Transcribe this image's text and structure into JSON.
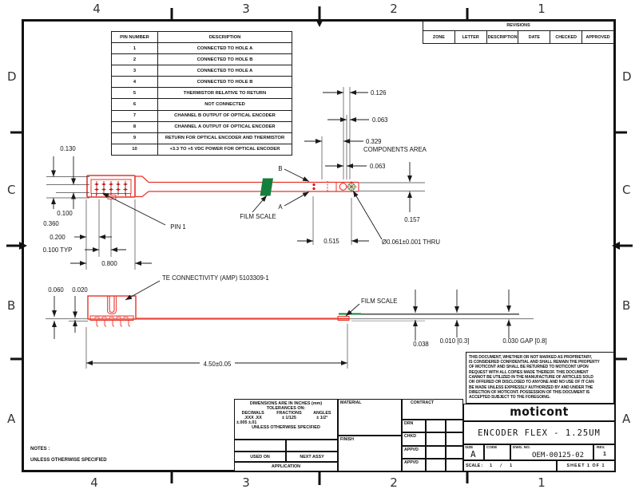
{
  "zones": {
    "top": [
      "4",
      "3",
      "2",
      "1"
    ],
    "bottom": [
      "4",
      "3",
      "2",
      "1"
    ],
    "left": [
      "D",
      "C",
      "B",
      "A"
    ],
    "right": [
      "D",
      "C",
      "B",
      "A"
    ]
  },
  "pin_table": {
    "headers": [
      "PIN NUMBER",
      "DESCRIPTION"
    ],
    "rows": [
      [
        "1",
        "CONNECTED TO HOLE A"
      ],
      [
        "2",
        "CONNECTED TO HOLE B"
      ],
      [
        "3",
        "CONNECTED TO HOLE A"
      ],
      [
        "4",
        "CONNECTED TO HOLE B"
      ],
      [
        "5",
        "THERMISTOR RELATIVE TO RETURN"
      ],
      [
        "6",
        "NOT CONNECTED"
      ],
      [
        "7",
        "CHANNEL B OUTPUT OF OPTICAL ENCODER"
      ],
      [
        "8",
        "CHANNEL A OUTPUT OF OPTICAL ENCODER"
      ],
      [
        "9",
        "RETURN FOR OPTICAL ENCODER AND THERMISTOR"
      ],
      [
        "10",
        "+3.3 TO +5 VDC POWER FOR OPTICAL ENCODER"
      ]
    ]
  },
  "revisions": {
    "title": "REVISIONS",
    "columns": [
      "ZONE",
      "LETTER",
      "DESCRIPTION",
      "DATE",
      "CHECKED",
      "APPROVED"
    ]
  },
  "dims": {
    "d130": "0.130",
    "d100": "0.100",
    "d360": "0.360",
    "d200": "0.200",
    "d100typ": "0.100 TYP",
    "d800": "0.800",
    "pin1": "PIN 1",
    "film_scale_top": "FILM SCALE",
    "hole_b": "B",
    "hole_a": "A",
    "d126": "0.126",
    "d063_upper": "0.063",
    "d329": "0.329",
    "components_area": "COMPONENTS AREA",
    "d063_lower": "0.063",
    "d157": "0.157",
    "d515": "0.515",
    "thru_hole": "Ø0.061±0.001 THRU",
    "te_connector": "TE CONNECTIVITY (AMP) 5103309-1",
    "d060": "0.060",
    "d020": "0.020",
    "film_scale_side": "FILM SCALE",
    "d038": "0.038",
    "d010_gap": "0.010 [0.3]",
    "d030_gap": "0.030 GAP [0.8]",
    "d450": "4.50±0.05"
  },
  "proprietary": {
    "lines": [
      "THIS DOCUMENT, WHETHER OR NOT MARKED AS PROPRIETARY,",
      "IS CONSIDERED CONFIDENTIAL AND SHALL REMAIN THE PROPERTY",
      "OF MOTICONT AND SHALL BE RETURNED TO MOTICONT UPON",
      "REQUEST WITH ALL COPIES MADE THEREOF. THIS DOCUMENT",
      "CANNOT BE UTILIZED IN THE MANUFACTURE OF ARTICLES SOLD",
      "OR OFFERED OR DISCLOSED TO ANYONE AND NO USE OF IT CAN",
      "BE MADE UNLESS EXPRESSLY AUTHORIZED BY AND UNDER THE",
      "DIRECTION OF MOTICONT. POSSESSION OF THIS DOCUMENT IS",
      "ACCEPTED SUBJECT TO THE FOREGOING."
    ]
  },
  "title_block": {
    "dims_note_1": "DIMENSIONS ARE IN INCHES (mm)",
    "dims_note_2": "TOLERANCES ON:",
    "decimals_label": "DECIMALS",
    "fractions_label": "FRACTIONS",
    "angles_label": "ANGLES",
    "decimals_vals": ".XXX  .XX",
    "fractions_tol": "±  1/125",
    "angles_tol": "± 1/2°",
    "decimals_tol": "±.005 ±.01",
    "unless": "UNLESS OTHERWISE SPECIFIED",
    "used_on": "USED ON",
    "next_assy": "NEXT ASSY",
    "application": "APPLICATION",
    "material": "MATERIAL",
    "finish": "FINISH",
    "contract": "CONTRACT",
    "sign_labels": [
      "DRN",
      "CHKD",
      "APPVD",
      "APPVD"
    ],
    "company": "moticont",
    "drawing_title": "ENCODER FLEX - 1.25UM",
    "size_label": "SIZE",
    "size_value": "A",
    "code_label": "CODE",
    "dwg_no_label": "DWG. NO.",
    "dwg_no_value": "OEM-00125-02",
    "rev_label": "REV.",
    "rev_value": "1",
    "scale_label": "SCALE :",
    "scale_value": "1 / 1",
    "sheet_text": "SHEET 1 OF 1"
  },
  "notes": {
    "title": "NOTES :",
    "line": "UNLESS OTHERWISE SPECIFIED"
  },
  "colors": {
    "drawing_red": "#e8332a",
    "film_green": "#157f3d",
    "line_gray": "#8a8a8a"
  }
}
